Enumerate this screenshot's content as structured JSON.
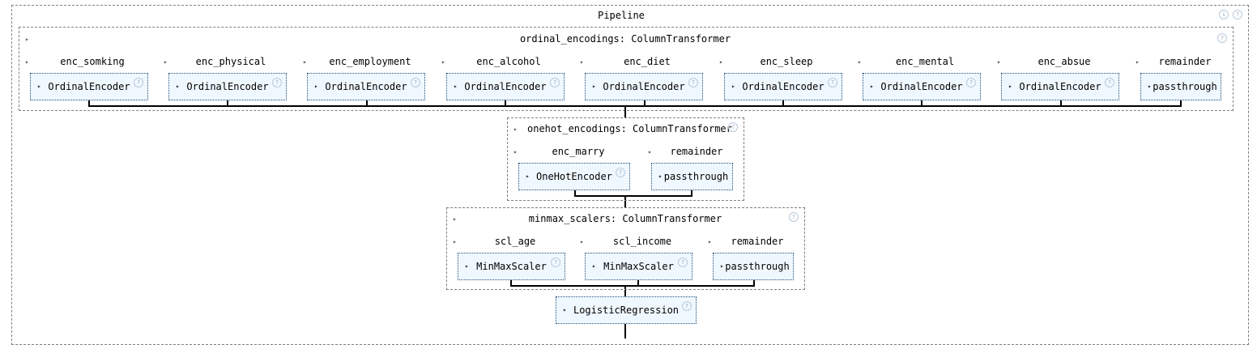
{
  "pipeline": {
    "title": "Pipeline",
    "info_icon": "info-icon",
    "help_icon": "question-icon"
  },
  "ordinal": {
    "title": "ordinal_encodings: ColumnTransformer",
    "items": [
      {
        "name": "enc_somking",
        "estimator": "OrdinalEncoder"
      },
      {
        "name": "enc_physical",
        "estimator": "OrdinalEncoder"
      },
      {
        "name": "enc_employment",
        "estimator": "OrdinalEncoder"
      },
      {
        "name": "enc_alcohol",
        "estimator": "OrdinalEncoder"
      },
      {
        "name": "enc_diet",
        "estimator": "OrdinalEncoder"
      },
      {
        "name": "enc_sleep",
        "estimator": "OrdinalEncoder"
      },
      {
        "name": "enc_mental",
        "estimator": "OrdinalEncoder"
      },
      {
        "name": "enc_absue",
        "estimator": "OrdinalEncoder"
      },
      {
        "name": "remainder",
        "estimator": "passthrough"
      }
    ]
  },
  "onehot": {
    "title": "onehot_encodings: ColumnTransformer",
    "items": [
      {
        "name": "enc_marry",
        "estimator": "OneHotEncoder"
      },
      {
        "name": "remainder",
        "estimator": "passthrough"
      }
    ]
  },
  "minmax": {
    "title": "minmax_scalers: ColumnTransformer",
    "items": [
      {
        "name": "scl_age",
        "estimator": "MinMaxScaler"
      },
      {
        "name": "scl_income",
        "estimator": "MinMaxScaler"
      },
      {
        "name": "remainder",
        "estimator": "passthrough"
      }
    ]
  },
  "final": {
    "estimator": "LogisticRegression"
  },
  "colors": {
    "estimator_bg": "#f0f8ff",
    "estimator_border": "#1f4e79"
  }
}
